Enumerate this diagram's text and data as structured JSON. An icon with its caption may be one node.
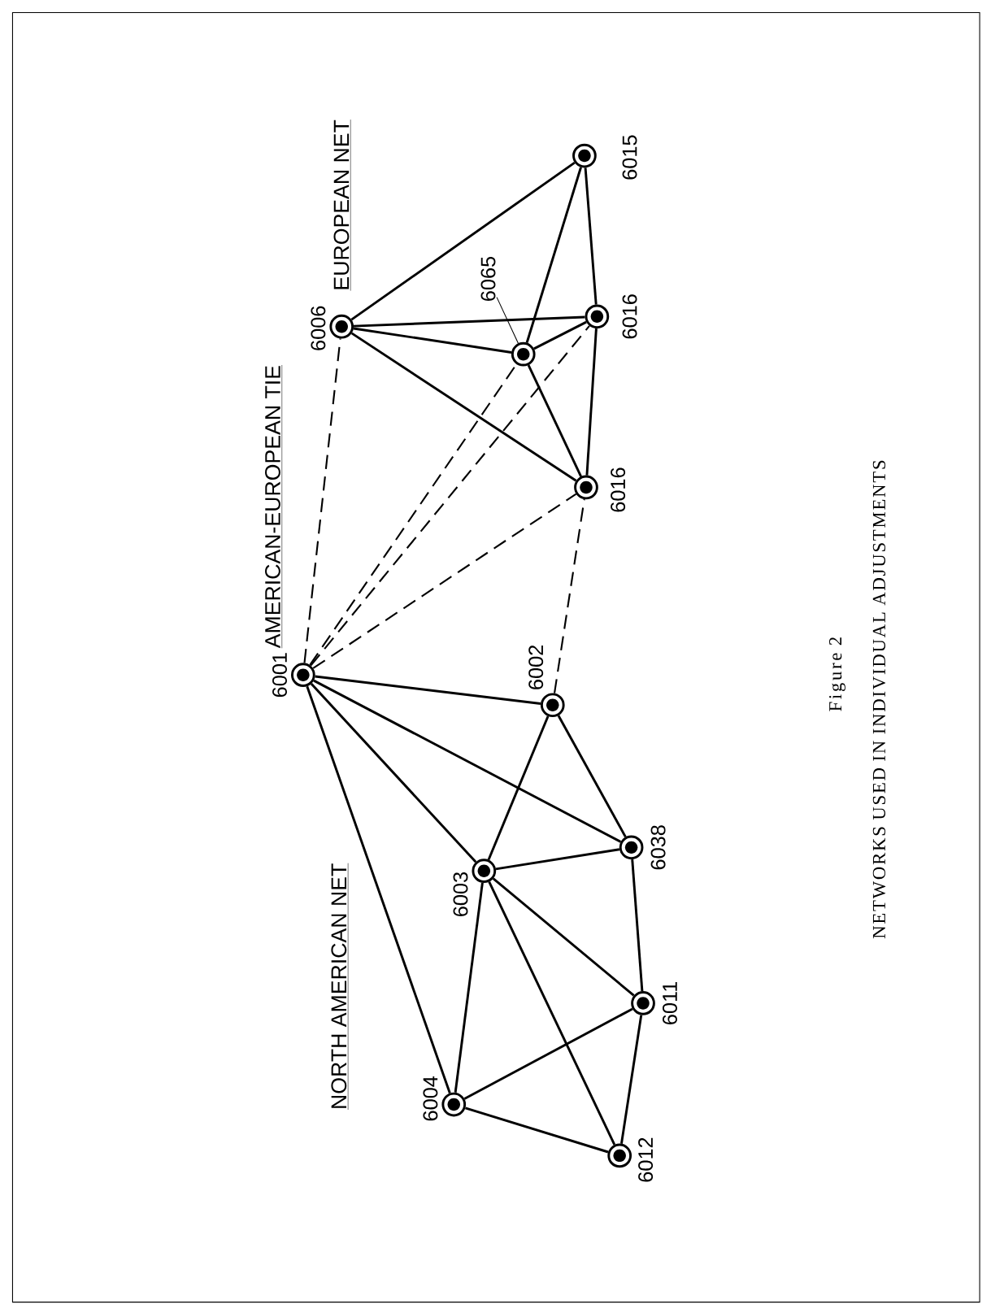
{
  "diagram": {
    "caption": "NETWORKS USED IN INDIVIDUAL ADJUSTMENTS",
    "nodes": [
      {
        "text": [
          "6015"
        ]
      },
      {
        "text": [
          "6016"
        ]
      },
      {
        "text": [
          "6065"
        ]
      },
      {
        "text": [],
        "shape": "circle"
      },
      {
        "text": [
          "6006"
        ]
      },
      {
        "text": [
          "6016"
        ]
      },
      {
        "text": [
          "6001"
        ]
      },
      {
        "text": [
          "6002"
        ]
      },
      {
        "text": [
          "6038"
        ]
      },
      {
        "text": [
          "6003"
        ]
      },
      {
        "text": [
          "6011"
        ]
      },
      {
        "text": [
          "6004"
        ]
      },
      {
        "text": [
          "6012"
        ]
      }
    ],
    "edges": [
      {
        "from": 4,
        "to": 0,
        "arrow": "none"
      },
      {
        "from": 4,
        "to": 1,
        "arrow": "none"
      },
      {
        "from": 4,
        "to": 3,
        "arrow": "none"
      },
      {
        "from": 4,
        "to": 5,
        "arrow": "none"
      },
      {
        "from": 0,
        "to": 3,
        "arrow": "none"
      },
      {
        "from": 0,
        "to": 1,
        "arrow": "none"
      },
      {
        "from": 3,
        "to": 1,
        "arrow": "none"
      },
      {
        "from": 3,
        "to": 5,
        "arrow": "none"
      },
      {
        "from": 1,
        "to": 5,
        "arrow": "none"
      },
      {
        "from": 2,
        "to": 3,
        "arrow": "none"
      },
      {
        "from": 6,
        "to": 4,
        "arrow": "none",
        "style": "dashed"
      },
      {
        "from": 6,
        "to": 3,
        "arrow": "none",
        "style": "dashed"
      },
      {
        "from": 6,
        "to": 1,
        "arrow": "none",
        "style": "dashed"
      },
      {
        "from": 6,
        "to": 5,
        "arrow": "none",
        "style": "dashed"
      },
      {
        "from": 7,
        "to": 5,
        "arrow": "none",
        "style": "dashed"
      },
      {
        "from": 6,
        "to": 7,
        "arrow": "none"
      },
      {
        "from": 6,
        "to": 8,
        "arrow": "none"
      },
      {
        "from": 6,
        "to": 9,
        "arrow": "none"
      },
      {
        "from": 6,
        "to": 11,
        "arrow": "none"
      },
      {
        "from": 7,
        "to": 9,
        "arrow": "none"
      },
      {
        "from": 7,
        "to": 8,
        "arrow": "none"
      },
      {
        "from": 9,
        "to": 8,
        "arrow": "none"
      },
      {
        "from": 9,
        "to": 10,
        "arrow": "none"
      },
      {
        "from": 9,
        "to": 12,
        "arrow": "none"
      },
      {
        "from": 9,
        "to": 11,
        "arrow": "none"
      },
      {
        "from": 8,
        "to": 10,
        "arrow": "none"
      },
      {
        "from": 11,
        "to": 10,
        "arrow": "none"
      },
      {
        "from": 11,
        "to": 12,
        "arrow": "none"
      },
      {
        "from": 10,
        "to": 12,
        "arrow": "none"
      }
    ],
    "labels": [
      "NORTH AMERICAN NET",
      "AMERICAN-EUROPEAN TIE",
      "EUROPEAN NET",
      "Figure 2"
    ]
  }
}
